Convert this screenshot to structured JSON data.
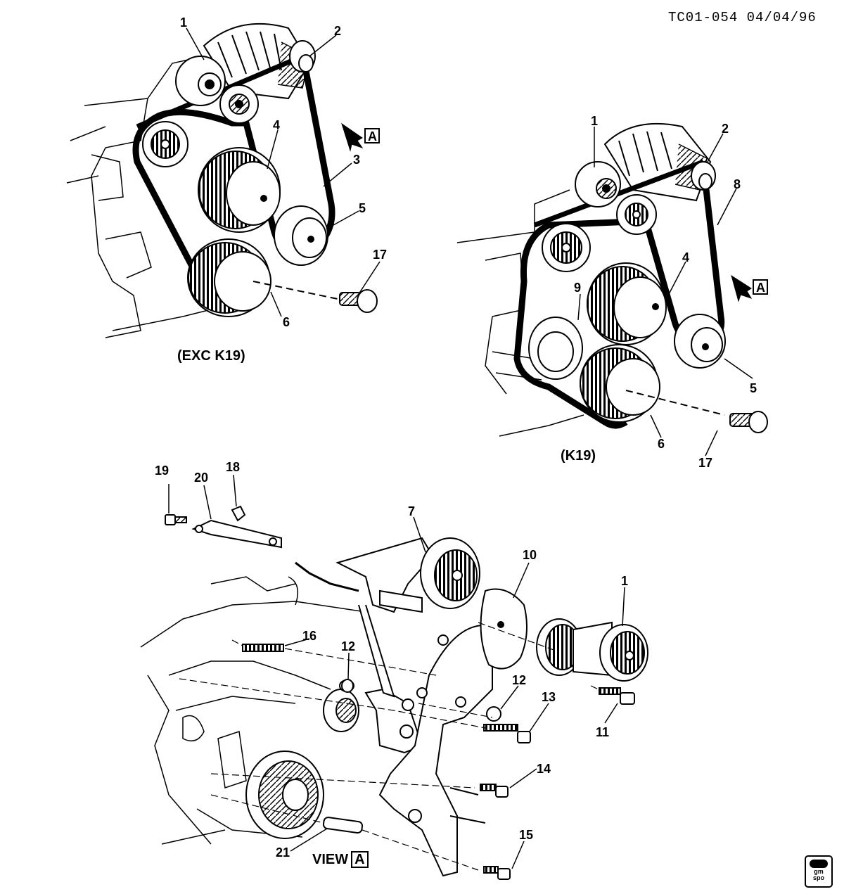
{
  "doc_id": "TC01-054  04/04/96",
  "captions": {
    "exc": "(EXC K19)",
    "k19": "(K19)",
    "view": "VIEW",
    "view_letter": "A"
  },
  "arrow_letter": "A",
  "logo": {
    "top": "gm",
    "bottom": "spo"
  },
  "callouts": {
    "top_left": [
      "1",
      "2",
      "3",
      "4",
      "5",
      "17",
      "6"
    ],
    "top_right": [
      "1",
      "2",
      "8",
      "4",
      "9",
      "5",
      "6",
      "17"
    ],
    "bottom": [
      "19",
      "20",
      "18",
      "7",
      "10",
      "1",
      "16",
      "12",
      "12",
      "13",
      "11",
      "14",
      "21",
      "15"
    ]
  }
}
